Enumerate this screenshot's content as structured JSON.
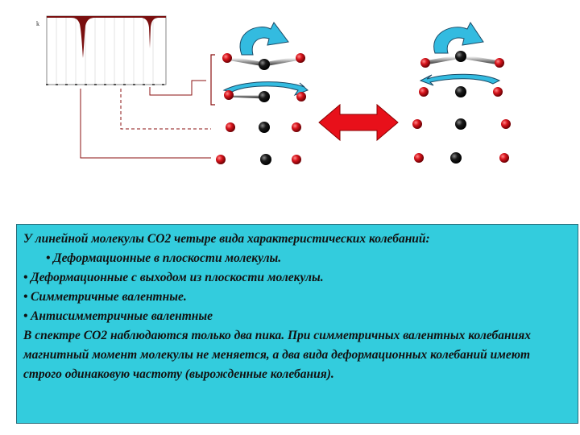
{
  "text_block": {
    "intro": "У линейной молекулы CO2 четыре вида характеристических колебаний:",
    "bullets": [
      "Деформационные в плоскости молекулы.",
      "Деформационные с выходом из плоскости молекулы.",
      "Симметричные валентные.",
      "Антисимметричные валентные"
    ],
    "bullet_symbol": "•",
    "paragraph": "В спектре CO2  наблюдаются только два пика. При симметричных валентных колебаниях магнитный момент молекулы не меняется, а два вида деформационных колебаний имеют строго одинаковую частоту (вырожденные колебания)."
  },
  "spectrum": {
    "y_label": "k",
    "peaks": 2
  },
  "colors": {
    "oxygen_atom": "#d0121a",
    "carbon_atom": "#1a1a1a",
    "bond": "#9a9a9a",
    "rotation_arrow": "#33bbe0",
    "double_arrow": "#e8101a",
    "spectrum_fill": "#7a0f0f",
    "connector_line": "#8b1010",
    "text_box_bg": "#33ccdd"
  }
}
